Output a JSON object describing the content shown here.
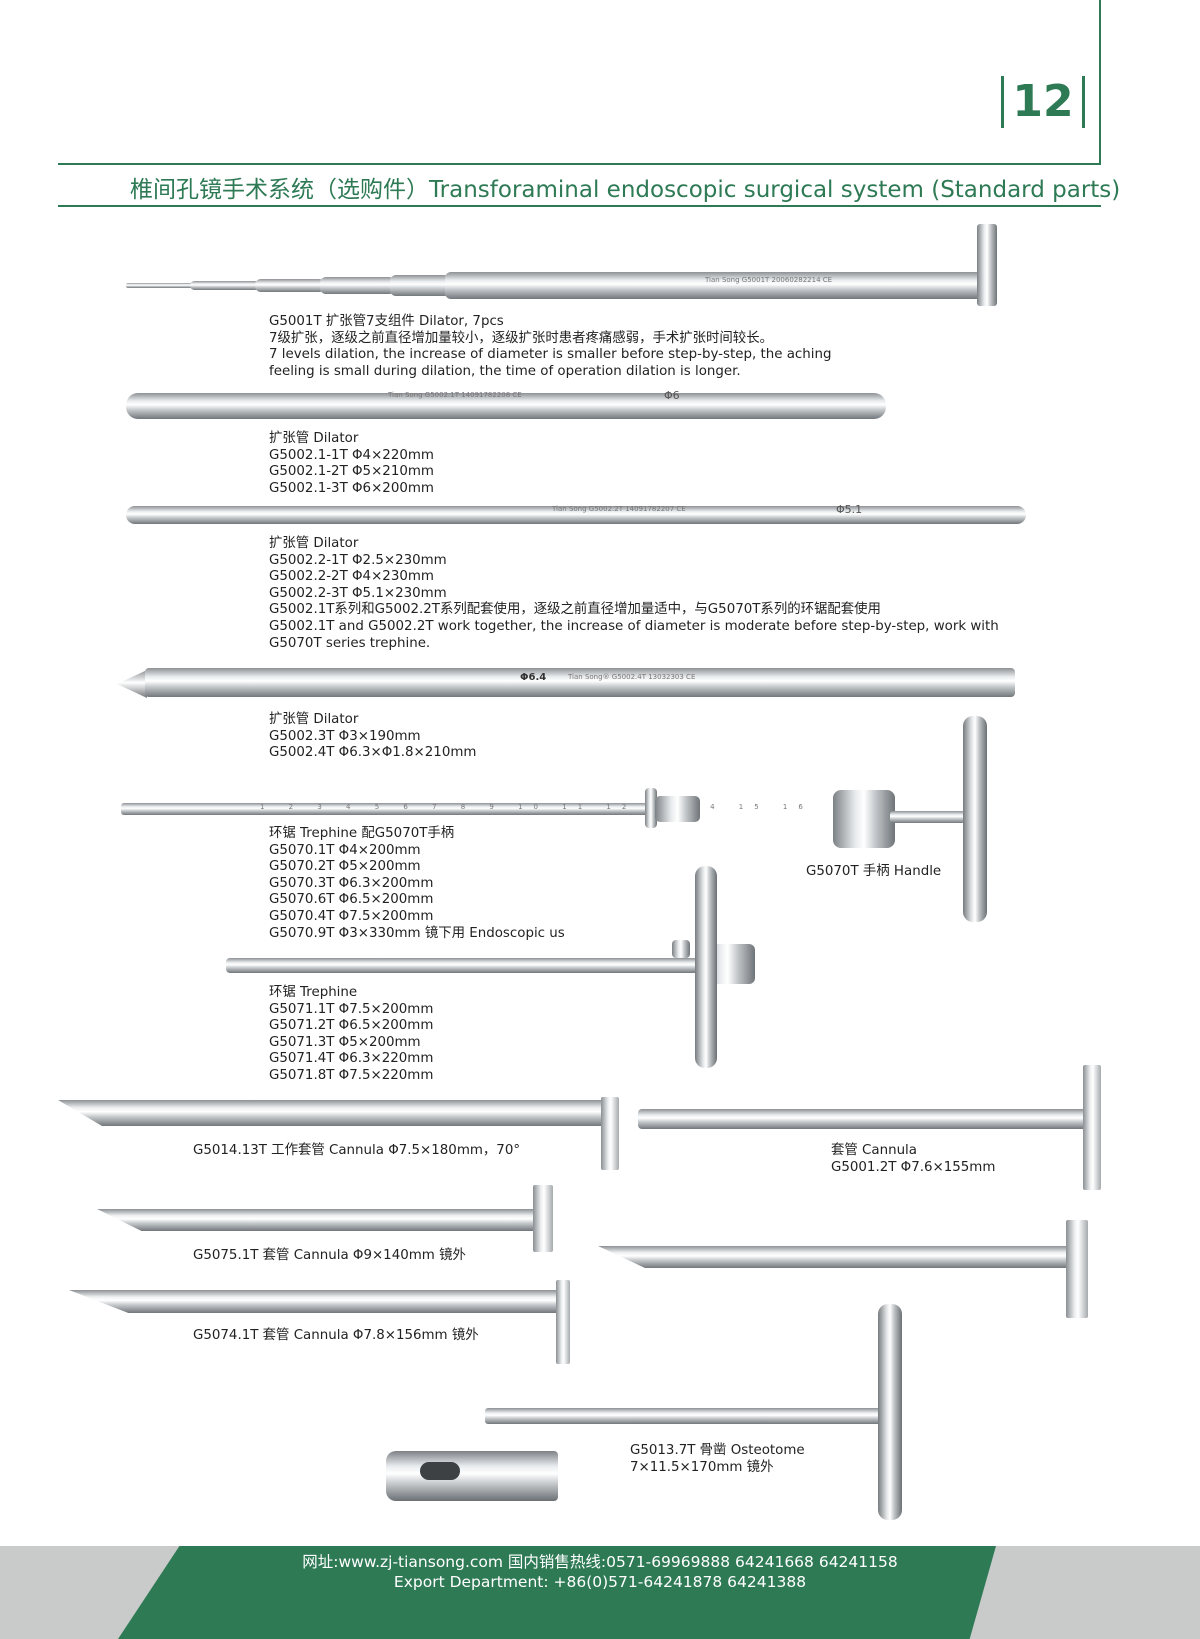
{
  "page_number": "12",
  "header_title": "椎间孔镜手术系统（选购件）Transforaminal endoscopic surgical system (Standard parts)",
  "products": {
    "g5001": {
      "lines": [
        "G5001T 扩张管7支组件 Dilator, 7pcs",
        "7级扩张，逐级之前直径增加量较小，逐级扩张时患者疼痛感弱，手术扩张时间较长。",
        "7 levels dilation, the increase of diameter is smaller before step-by-step, the aching",
        "feeling is small during dilation, the time of operation dilation is longer."
      ],
      "engraving": "Tian Song   G5001T   20060282214   CE"
    },
    "g5002_1": {
      "lines": [
        "扩张管 Dilator",
        "G5002.1-1T  Φ4×220mm",
        "G5002.1-2T  Φ5×210mm",
        "G5002.1-3T  Φ6×200mm"
      ],
      "engraving": "Tian Song   G5002.1T   14091782208   CE",
      "size_mark": "Φ6"
    },
    "g5002_2": {
      "lines": [
        "扩张管 Dilator",
        "G5002.2-1T  Φ2.5×230mm",
        "G5002.2-2T  Φ4×230mm",
        "G5002.2-3T  Φ5.1×230mm",
        "G5002.1T系列和G5002.2T系列配套使用，逐级之前直径增加量适中，与G5070T系列的环锯配套使用",
        "G5002.1T and G5002.2T work together, the increase of diameter is moderate before step-by-step, work with",
        "G5070T series trephine."
      ],
      "engraving": "Tian Song   G5002.2T   14091782207   CE",
      "size_mark": "Φ5.1"
    },
    "g5002_34": {
      "lines": [
        "扩张管 Dilator",
        "G5002.3T  Φ3×190mm",
        "G5002.4T  Φ6.3×Φ1.8×210mm"
      ],
      "engraving": "Tian Song®   G5002.4T   13032303   CE",
      "size_mark": "Φ6.4"
    },
    "g5070": {
      "lines": [
        "环锯 Trephine 配G5070T手柄",
        "G5070.1T  Φ4×200mm",
        "G5070.2T  Φ5×200mm",
        "G5070.3T  Φ6.3×200mm",
        "G5070.6T  Φ6.5×200mm",
        "G5070.4T  Φ7.5×200mm",
        "G5070.9T  Φ3×330mm 镜下用 Endoscopic us"
      ],
      "scale": "1 2 3 4 5 6 7 8 9 10 11 12 13 14 15 16"
    },
    "g5070_handle": {
      "label": "G5070T 手柄 Handle"
    },
    "g5071": {
      "lines": [
        "环锯 Trephine",
        "G5071.1T  Φ7.5×200mm",
        "G5071.2T  Φ6.5×200mm",
        "G5071.3T  Φ5×200mm",
        "G5071.4T  Φ6.3×220mm",
        "G5071.8T  Φ7.5×220mm"
      ]
    },
    "g5014": {
      "label": "G5014.13T 工作套管 Cannula  Φ7.5×180mm，70°"
    },
    "g5001_2": {
      "lines": [
        "套管 Cannula",
        "G5001.2T  Φ7.6×155mm"
      ]
    },
    "g5075": {
      "label": "G5075.1T 套管 Cannula  Φ9×140mm 镜外"
    },
    "g5074": {
      "label": "G5074.1T 套管 Cannula  Φ7.8×156mm 镜外"
    },
    "g5013": {
      "lines": [
        "G5013.7T 骨凿 Osteotome",
        "7×11.5×170mm 镜外"
      ]
    }
  },
  "footer": {
    "line1": "网址:www.zj-tiansong.com 国内销售热线:0571-69969888  64241668  64241158",
    "line2": "Export Department: +86(0)571-64241878  64241388"
  },
  "colors": {
    "brand_green": "#2e7a55",
    "footer_grey": "#c9caca"
  }
}
